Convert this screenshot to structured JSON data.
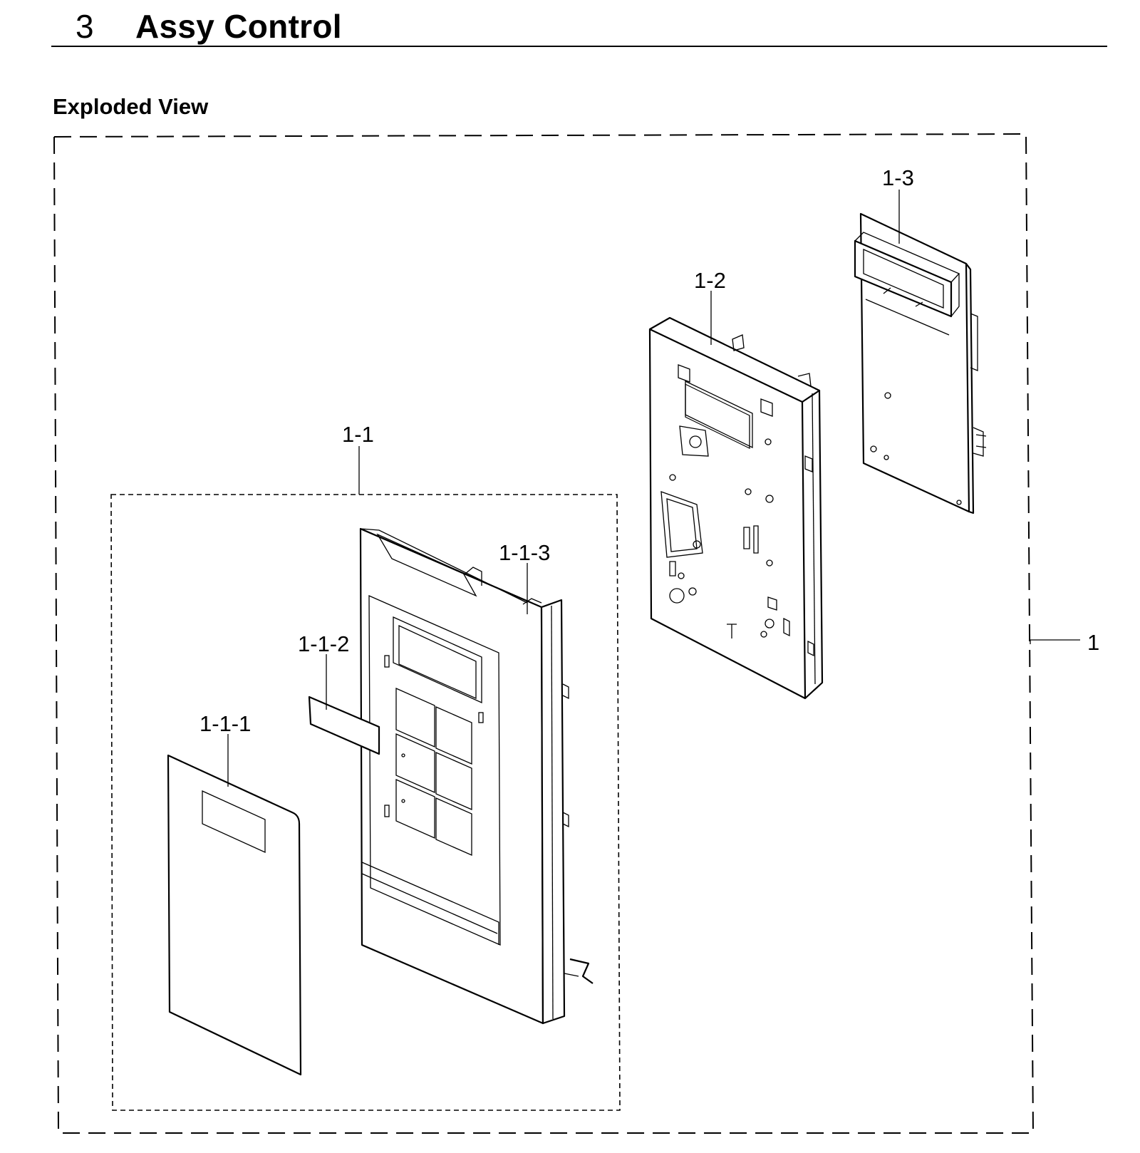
{
  "header": {
    "section_number": "3",
    "section_title": "Assy Control"
  },
  "view": {
    "title": "Exploded View"
  },
  "parts": {
    "assy": "1",
    "sub_1_1": "1-1",
    "p_1_1_1": "1-1-1",
    "p_1_1_2": "1-1-2",
    "p_1_1_3": "1-1-3",
    "p_1_2": "1-2",
    "p_1_3": "1-3"
  }
}
